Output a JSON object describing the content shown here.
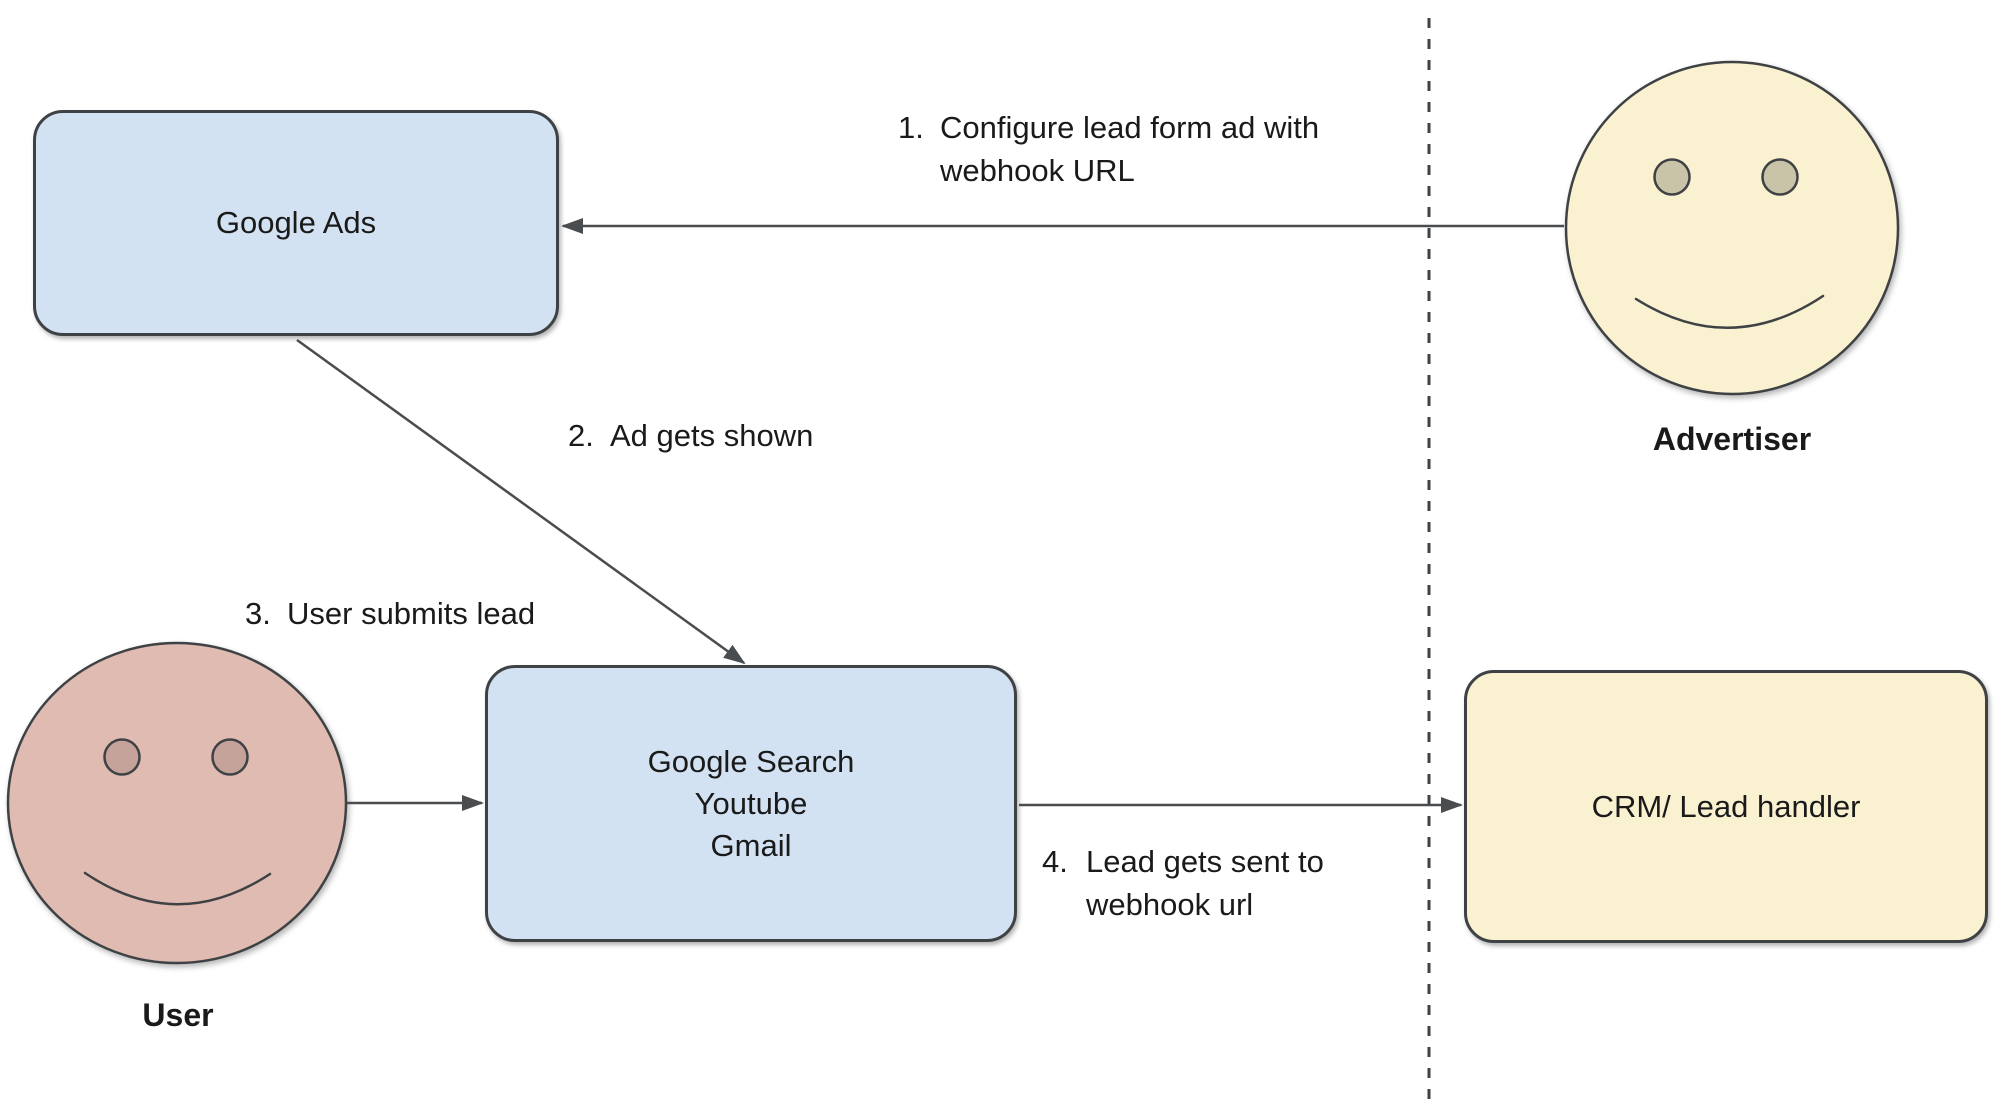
{
  "boxes": {
    "google_ads": {
      "label": "Google Ads"
    },
    "google_properties": {
      "lines": [
        "Google Search",
        "Youtube",
        "Gmail"
      ]
    },
    "crm": {
      "label": "CRM/ Lead handler"
    }
  },
  "actors": {
    "advertiser": {
      "label": "Advertiser"
    },
    "user": {
      "label": "User"
    }
  },
  "steps": {
    "step1": {
      "number": "1.",
      "lines": [
        "Configure lead form ad with",
        "webhook URL"
      ]
    },
    "step2": {
      "number": "2.",
      "lines": [
        "Ad gets shown"
      ]
    },
    "step3": {
      "number": "3.",
      "lines": [
        "User submits lead"
      ]
    },
    "step4": {
      "number": "4.",
      "lines": [
        "Lead gets sent to",
        "webhook url"
      ]
    }
  },
  "colors": {
    "box_blue_fill": "#d3e2f2",
    "box_yellow_fill": "#faf1d1",
    "user_face_fill": "#e0bbb2",
    "advertiser_eye_fill": "#c9c3a8",
    "user_eye_fill": "#c5a39b",
    "outline": "#3f4245",
    "arrow": "#4a4d50",
    "text": "#1a1a1a"
  }
}
